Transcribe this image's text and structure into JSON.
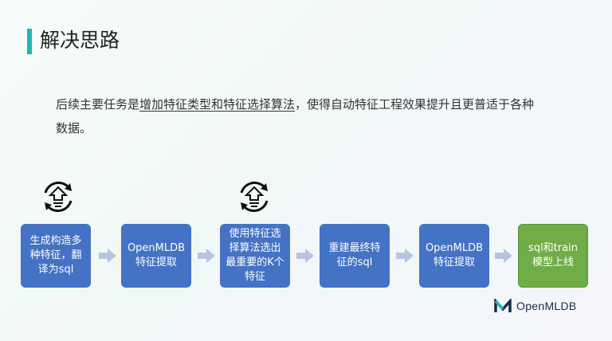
{
  "slide": {
    "title": "解决思路",
    "desc_part1": "后续主要任务是",
    "desc_underlined": "增加特征类型和特征选择算法",
    "desc_part2": "，使得自动特征工程效果提升且更普适于各种数据。"
  },
  "steps": [
    {
      "label": "生成构造多种特征，翻译为sql"
    },
    {
      "label": "OpenMLDB特征提取"
    },
    {
      "label": "使用特征选择算法选出最重要的K个特征"
    },
    {
      "label": "重建最终特征的sql"
    },
    {
      "label": "OpenMLDB特征提取"
    },
    {
      "label": "sql和train模型上线"
    }
  ],
  "logo": {
    "text": "OpenMLDB"
  },
  "colors": {
    "accent": "#1fb7b0",
    "step_blue": "#4472c4",
    "step_green": "#70ad47",
    "arrow": "#b7c4e0"
  },
  "icons": [
    "cycle-upload-icon",
    "arrow-right-icon",
    "openmldb-logo-icon"
  ]
}
